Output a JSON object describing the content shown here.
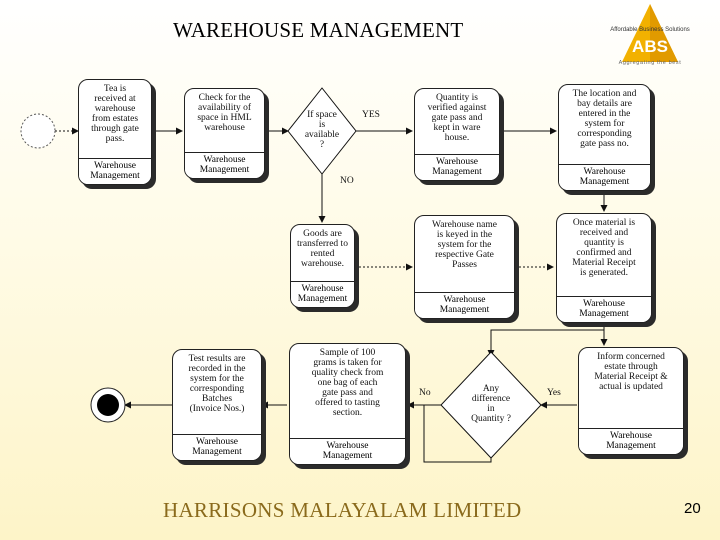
{
  "header": {
    "title": "WAREHOUSE MANAGEMENT"
  },
  "logo": {
    "tagline": "Affordable Business Solutions",
    "word": "ABS",
    "slogan": "Aggregating the best"
  },
  "footer": {
    "company": "HARRISONS MALAYALAM LIMITED",
    "page_number": "20"
  },
  "diagram": {
    "steps": {
      "tea_received": {
        "text": "Tea is\nreceived at\nwarehouse\nfrom estates\nthrough gate\npass.",
        "lane": "Warehouse\nManagement"
      },
      "check_space": {
        "text": "Check for the\navailability of\nspace in HML\nwarehouse",
        "lane": "Warehouse\nManagement"
      },
      "quantity_verified": {
        "text": "Quantity is\nverified against\ngate pass and\nkept in ware\nhouse.",
        "lane": "Warehouse\nManagement"
      },
      "location_entered": {
        "text": "The location and\nbay details are\nentered in the\nsystem for\ncorresponding\ngate pass no.",
        "lane": "Warehouse\nManagement"
      },
      "goods_transferred": {
        "text": "Goods are\ntransferred to\nrented\nwarehouse.",
        "lane": "Warehouse\nManagement"
      },
      "warehouse_name": {
        "text": "Warehouse name\nis keyed in the\nsystem for the\nrespective Gate\nPasses",
        "lane": "Warehouse\nManagement"
      },
      "material_receipt": {
        "text": "Once material is\nreceived and\nquantity is\nconfirmed and\nMaterial Receipt\nis generated.",
        "lane": "Warehouse\nManagement"
      },
      "inform_estate": {
        "text": "Inform concerned\nestate through\nMaterial Receipt &\nactual is updated",
        "lane": "Warehouse\nManagement"
      },
      "sample_taken": {
        "text": "Sample of 100\ngrams is taken for\nquality check from\none bag of each\ngate pass and\noffered to tasting\nsection.",
        "lane": "Warehouse\nManagement"
      },
      "test_results": {
        "text": "Test results are\nrecorded in the\nsystem for the\ncorresponding\nBatches\n(Invoice Nos.)",
        "lane": "Warehouse\nManagement"
      }
    },
    "decisions": {
      "space_available": {
        "text": "If space\nis\navailable\n?",
        "yes": "YES",
        "no": "NO"
      },
      "quantity_difference": {
        "text": "Any\ndifference\nin\nQuantity ?",
        "yes": "Yes",
        "no": "No"
      }
    }
  }
}
